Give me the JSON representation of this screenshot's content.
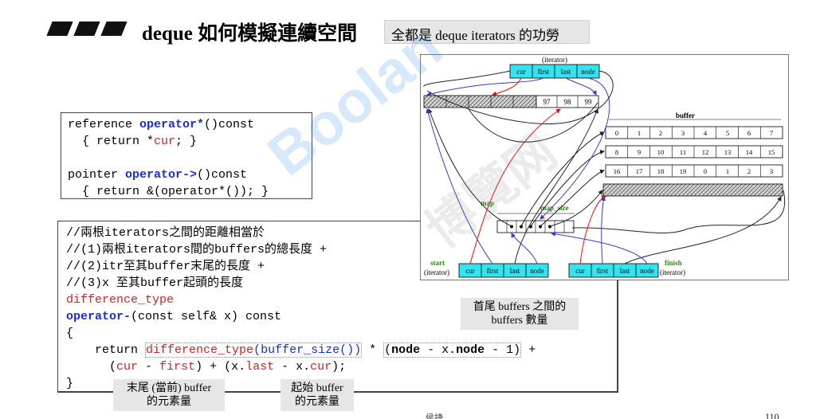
{
  "header": {
    "title": "deque 如何模擬連續空間",
    "subtitle": "全都是 deque iterators 的功勞"
  },
  "code_box1": {
    "line1_a": "reference ",
    "line1_kw": "operator*",
    "line1_b": "()const",
    "line2_a": "  { return *",
    "line2_red": "cur",
    "line2_b": "; }",
    "line4_a": "pointer ",
    "line4_kw": "operator->",
    "line4_b": "()const",
    "line5": "  { return &(operator*()); }"
  },
  "code_box2": {
    "c1": "//兩根iterators之間的距離相當於",
    "c2": "//(1)兩根iterators間的buffers的總長度 +",
    "c3": "//(2)itr至其buffer末尾的長度 +",
    "c4": "//(3)x 至其buffer起頭的長度",
    "c5": "difference_type",
    "c6_kw": "operator-",
    "c6_b": "(const self& x) const",
    "c7": "{",
    "c8_a": "    return ",
    "c8_red": "difference_type",
    "c8_blue": "(buffer_size())",
    "c8_star": " * ",
    "c8_paren": "(",
    "c8_node": "node",
    "c8_mid": " - x.",
    "c8_node2": "node",
    "c8_end": " - 1)",
    "c8_plus": " +",
    "c9_a": "      (",
    "c9_cur": "cur",
    "c9_m1": " - ",
    "c9_first": "first",
    "c9_m2": ") + (x.",
    "c9_last": "last",
    "c9_m3": " - x.",
    "c9_cur2": "cur",
    "c9_end": ");",
    "c10": "}"
  },
  "notes": {
    "buffers_count_l1": "首尾 buffers 之間的",
    "buffers_count_l2": "buffers 數量",
    "tail_l1": "末尾 (當前) buffer",
    "tail_l2": "的元素量",
    "head_l1": "起始 buffer",
    "head_l2": "的元素量"
  },
  "diagram": {
    "iterator_label": "(iterator)",
    "iter_fields": [
      "cur",
      "first",
      "last",
      "node"
    ],
    "top_buffer_values": [
      "97",
      "98",
      "99"
    ],
    "buffer_label": "buffer",
    "buffer_rows": [
      [
        "0",
        "1",
        "2",
        "3",
        "4",
        "5",
        "6",
        "7"
      ],
      [
        "8",
        "9",
        "10",
        "11",
        "12",
        "13",
        "14",
        "15"
      ],
      [
        "16",
        "17",
        "18",
        "19",
        "0",
        "1",
        "2",
        "3"
      ]
    ],
    "map_label": "map",
    "map_size_label": "map_size",
    "start_label": "start",
    "start_sub": "(iterator)",
    "finish_label": "finish",
    "finish_sub": "(iterator)"
  },
  "watermark": {
    "text": "Boolan",
    "cn": "博覽网"
  },
  "footer": {
    "author": "侯捷",
    "page": "110"
  },
  "colors": {
    "cyan": "#33e3ee",
    "red_arrow": "#e01010",
    "blue_arrow": "#3a3ac8",
    "green_label": "#2a8a14"
  }
}
